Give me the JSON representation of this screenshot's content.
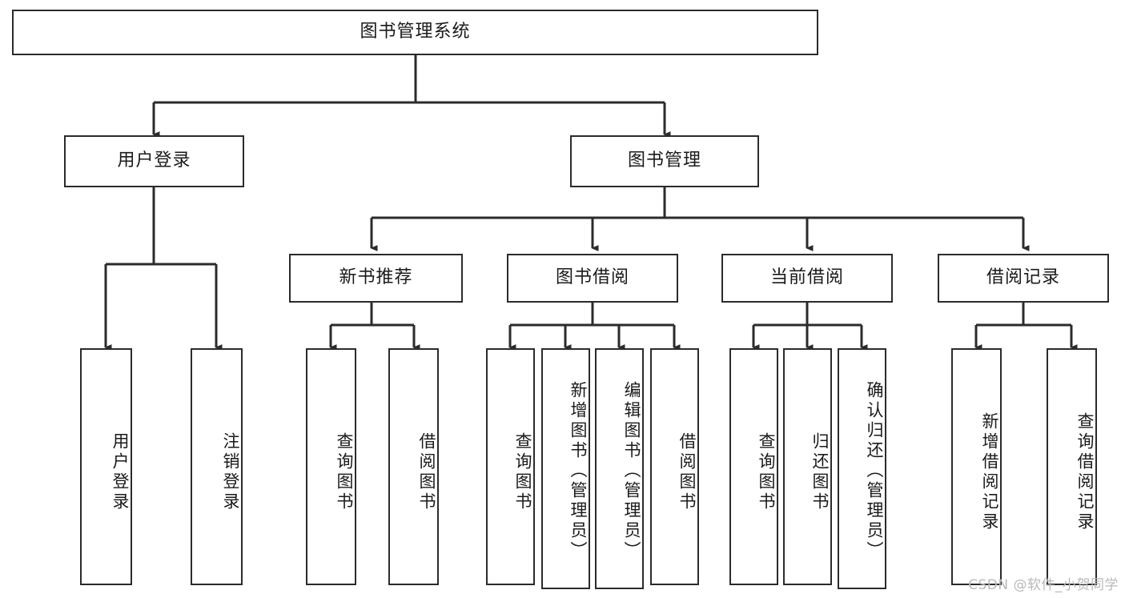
{
  "diagram": {
    "type": "tree-hierarchy",
    "title": "图书管理系统",
    "watermark": "CSDN @软件_小贺同学",
    "colors": {
      "background": "#ffffff",
      "border": "#2b2b2b",
      "text": "#1a1a1a",
      "connector": "#2b2b2b",
      "watermark": "#b9b9b9"
    },
    "root": {
      "label": "图书管理系统"
    },
    "level2": [
      {
        "label": "用户登录"
      },
      {
        "label": "图书管理"
      }
    ],
    "level3": [
      {
        "label": "新书推荐"
      },
      {
        "label": "图书借阅"
      },
      {
        "label": "当前借阅"
      },
      {
        "label": "借阅记录"
      }
    ],
    "leaves": {
      "user_login": [
        {
          "label": "用户登录"
        },
        {
          "label": "注销登录"
        }
      ],
      "new_book_recommend": [
        {
          "label": "查询图书"
        },
        {
          "label": "借阅图书"
        }
      ],
      "book_borrow": [
        {
          "label": "查询图书"
        },
        {
          "label": "新增图书（管理员）"
        },
        {
          "label": "编辑图书（管理员）"
        },
        {
          "label": "借阅图书"
        }
      ],
      "current_borrow": [
        {
          "label": "查询图书"
        },
        {
          "label": "归还图书"
        },
        {
          "label": "确认归还（管理员）"
        }
      ],
      "borrow_record": [
        {
          "label": "新增借阅记录"
        },
        {
          "label": "查询借阅记录"
        }
      ]
    }
  }
}
